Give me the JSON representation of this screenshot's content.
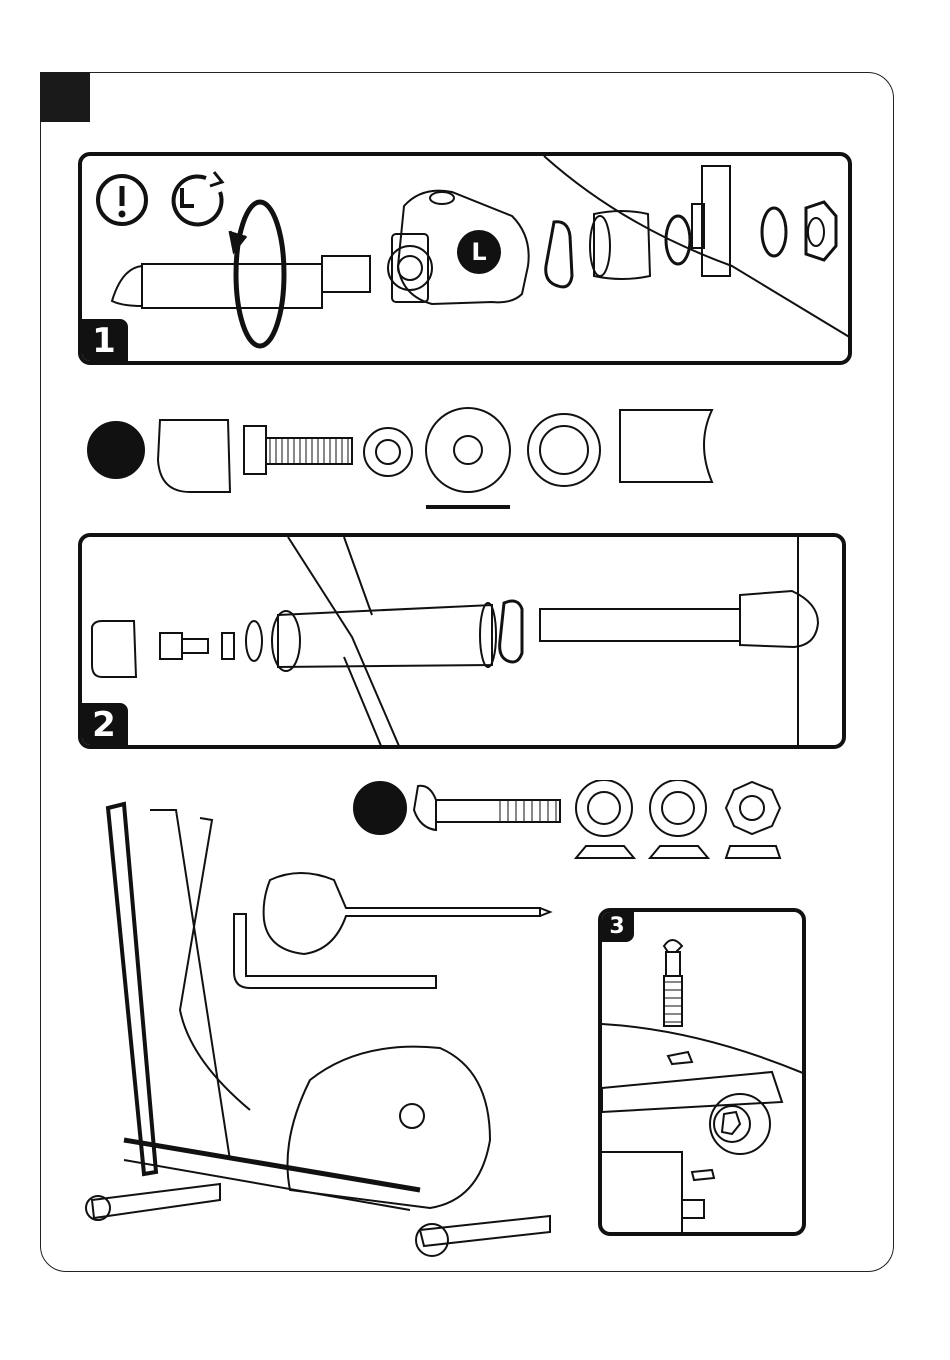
{
  "steps": {
    "step1": {
      "number": "1",
      "part_marker": "L"
    },
    "step2": {
      "number": "2"
    },
    "step3": {
      "number": "3"
    }
  },
  "icons": {
    "warning": "exclamation-circle-icon",
    "time": "clock-rotate-icon",
    "rotate": "rotation-arrow-icon"
  },
  "colors": {
    "ink": "#111111",
    "paper": "#ffffff"
  }
}
